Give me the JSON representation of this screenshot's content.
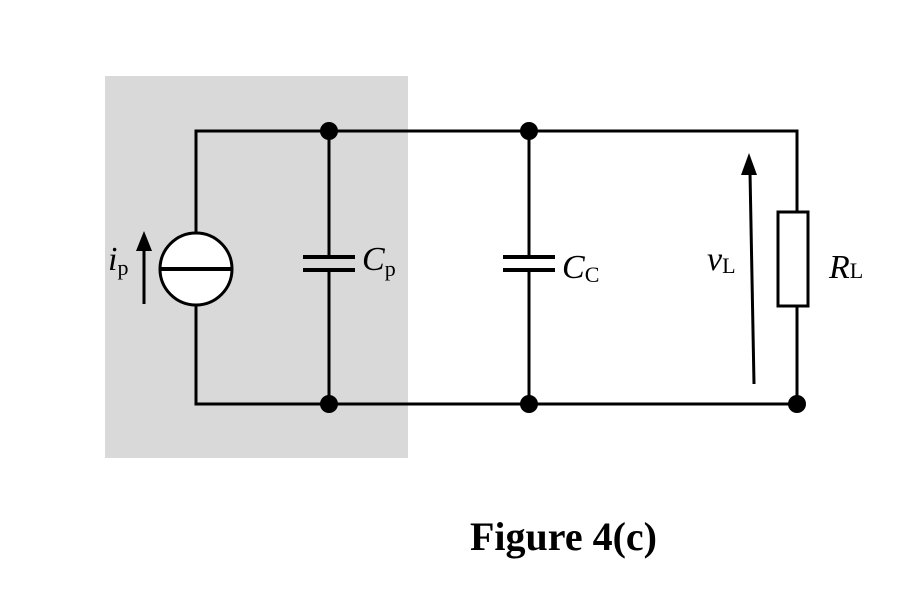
{
  "figure": {
    "caption": "Figure 4(c)"
  },
  "labels": {
    "current_source": {
      "main": "i",
      "sub": "p"
    },
    "cap_p": {
      "main": "C",
      "sub": "p"
    },
    "cap_c": {
      "main": "C",
      "sub": "C"
    },
    "voltage": {
      "main": "v",
      "sub": "L"
    },
    "resistor": {
      "main": "R",
      "sub": "L"
    }
  },
  "colors": {
    "shaded_region": "#d9d9d9",
    "wire": "#000000",
    "background": "#ffffff"
  }
}
